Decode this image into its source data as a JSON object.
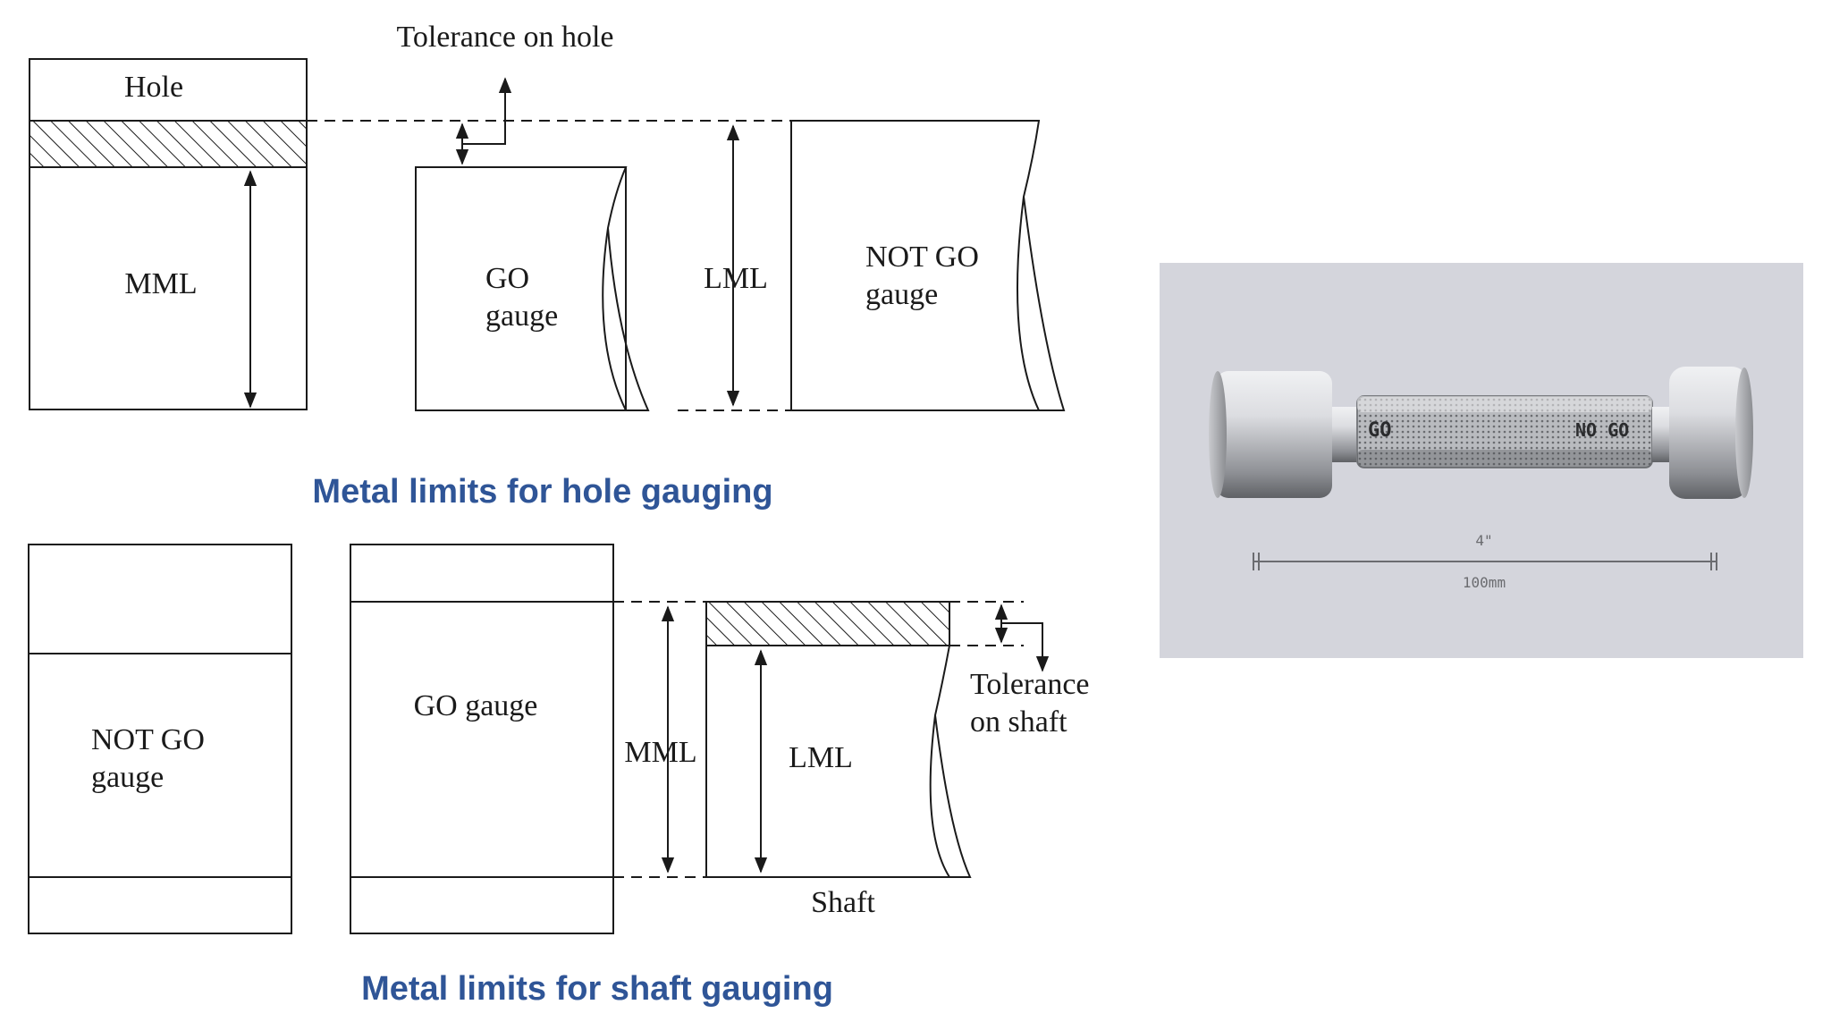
{
  "colors": {
    "caption": "#2f5597",
    "line": "#1a1a1a",
    "photo_bg": "#d4d5dc",
    "metal_light": "#e2e3e6",
    "metal_dark": "#6f7175"
  },
  "hole_diagram": {
    "hole_label": "Hole",
    "tolerance_label": "Tolerance on hole",
    "mml_label": "MML",
    "go_label_1": "GO",
    "go_label_2": "gauge",
    "lml_label": "LML",
    "notgo_label_1": "NOT GO",
    "notgo_label_2": "gauge",
    "caption": "Metal limits for hole gauging"
  },
  "shaft_diagram": {
    "notgo_label_1": "NOT GO",
    "notgo_label_2": "gauge",
    "go_label": "GO gauge",
    "mml_label": "MML",
    "lml_label": "LML",
    "tolerance_label_1": "Tolerance",
    "tolerance_label_2": "on shaft",
    "shaft_label": "Shaft",
    "caption": "Metal limits for shaft gauging"
  },
  "photo": {
    "go_mark": "GO",
    "nogo_mark": "NO GO",
    "scale_top": "4\"",
    "scale_bottom": "100mm"
  }
}
